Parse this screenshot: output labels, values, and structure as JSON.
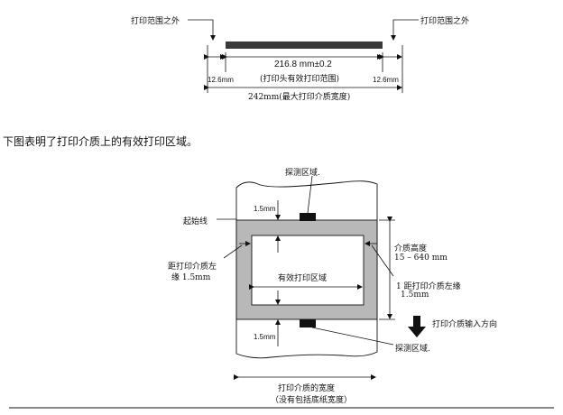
{
  "top_diagram": {
    "left_label": "打印范围之外",
    "right_label": "打印范围之外",
    "center_value": "216.8 mm±0.2",
    "center_caption": "(打印头有效打印范围)",
    "left_margin": "12.6mm",
    "right_margin": "12.6mm",
    "total_width": "242mm(最大打印介质宽度)"
  },
  "body_text": "下图表明了打印介质上的有效打印区域。",
  "media_diagram": {
    "sensor_top": "探测区域.",
    "sensor_bottom": "探测区域.",
    "start_line": "起始线",
    "top_gap": "1.5mm",
    "bottom_gap": "1.5mm",
    "left_edge_line1": "距打印介质左",
    "left_edge_line2": "缘 1.5mm",
    "right_edge_line1": "1 距打印介质左缘",
    "right_edge_line2": "1.5mm",
    "effective_area": "有效打印区域",
    "media_height_label": "介质高度",
    "media_height_value": "15 – 640 mm",
    "feed_direction": "打印介质输入方向",
    "media_width_label": "打印介质的宽度",
    "media_width_note": "（没有包括底纸宽度）"
  }
}
